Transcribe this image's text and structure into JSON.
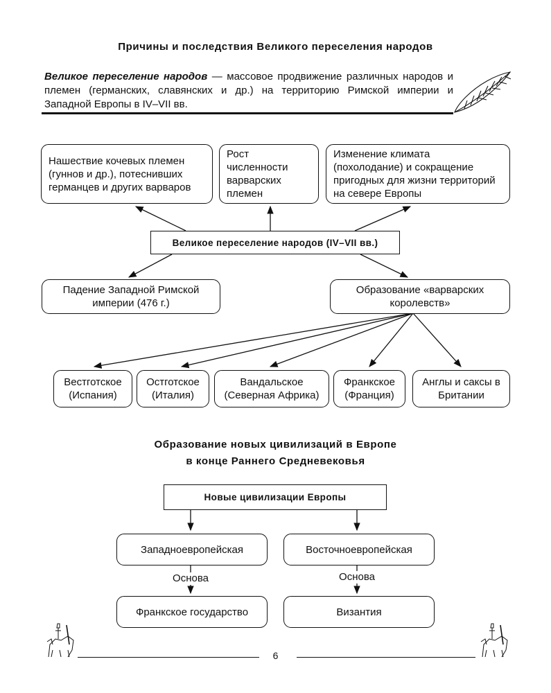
{
  "section1": {
    "title": "Причины и последствия Великого переселения народов",
    "definition_term": "Великое переселение народов",
    "definition_text": " — массовое продвижение различных народов и племен (германских, славянских и др.) на территорию Римской империи и Западной Европы в IV–VII вв."
  },
  "causes": [
    "Нашествие кочевых племен (гуннов и др.), потеснивших германцев и других варваров",
    "Рост численности варварских племен",
    "Изменение климата (похолодание) и сокращение пригодных для жизни территорий на севере Европы"
  ],
  "central_box": "Великое переселение народов (IV–VII вв.)",
  "consequences": [
    "Падение Западной Римской империи (476 г.)",
    "Образование «варварских королевств»"
  ],
  "kingdoms": [
    "Вестготское (Испания)",
    "Остготское (Италия)",
    "Вандальское (Северная Африка)",
    "Франкское (Франция)",
    "Англы и саксы в Британии"
  ],
  "section2": {
    "title_line1": "Образование новых цивилизаций в Европе",
    "title_line2": "в конце Раннего Средневековья",
    "root_box": "Новые цивилизации Европы",
    "civilizations": [
      "Западноевропейская",
      "Восточноевропейская"
    ],
    "basis_label_left": "Основа",
    "basis_label_right": "Основа",
    "bases": [
      "Франкское государство",
      "Византия"
    ]
  },
  "page_number": "6"
}
